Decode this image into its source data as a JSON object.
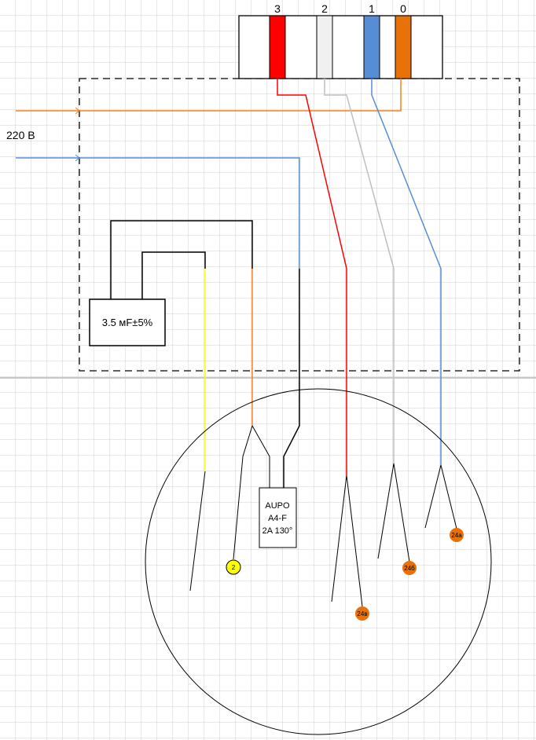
{
  "supply": {
    "label": "220 В"
  },
  "switch": {
    "positions": [
      {
        "label": "3",
        "color": "#ff0000"
      },
      {
        "label": "2",
        "color": "#f0f0f0"
      },
      {
        "label": "1",
        "color": "#558ed5"
      },
      {
        "label": "0",
        "color": "#e8710a"
      }
    ]
  },
  "capacitor": {
    "label": "3.5 мF±5%"
  },
  "thermal_fuse": {
    "line1": "AUPO",
    "line2": "A4-F",
    "line3": "2A 130°"
  },
  "terminals": [
    {
      "label": "2",
      "color": "#ffff00"
    },
    {
      "label": "24в",
      "color": "#e8710a"
    },
    {
      "label": "24б",
      "color": "#e8710a"
    },
    {
      "label": "24а",
      "color": "#e8710a"
    }
  ],
  "colors": {
    "orange": "#f7801e",
    "blue": "#558ed5",
    "red": "#ff0000",
    "grey": "#bfbfbf",
    "yellow": "#ffff00"
  }
}
